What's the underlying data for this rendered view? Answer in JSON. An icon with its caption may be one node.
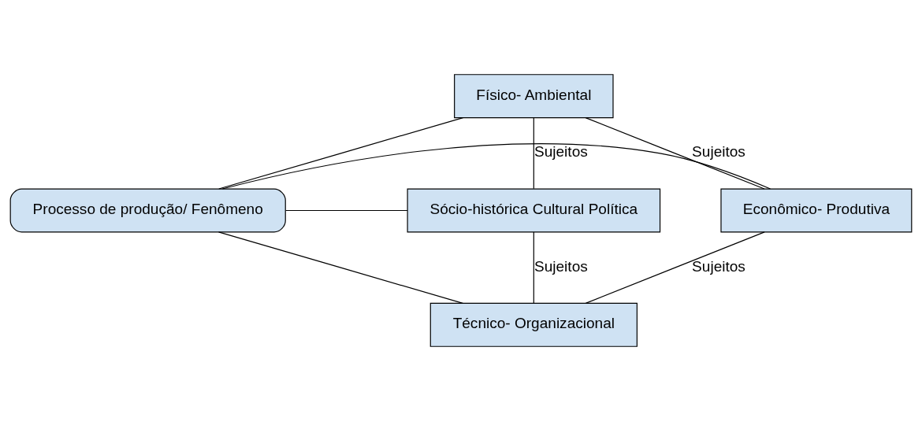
{
  "diagram": {
    "nodes": [
      {
        "text": [
          "Físico- Ambiental"
        ]
      },
      {
        "text": [
          "Sócio-histórica Cultural Política"
        ]
      },
      {
        "text": [
          "Processo de produção/ Fenômeno"
        ]
      },
      {
        "text": [
          "Econômico- Produtiva"
        ]
      },
      {
        "text": [
          "Técnico- Organizacional"
        ]
      }
    ],
    "edges": [
      {
        "from": 2,
        "to": 0,
        "arrow": "none"
      },
      {
        "from": 2,
        "to": 1,
        "arrow": "none"
      },
      {
        "from": 2,
        "to": 3,
        "arrow": "none"
      },
      {
        "from": 2,
        "to": 4,
        "arrow": "none"
      },
      {
        "from": 0,
        "to": 1,
        "arrow": "none",
        "label": "Sujeitos"
      },
      {
        "from": 0,
        "to": 3,
        "arrow": "none",
        "label": "Sujeitos"
      },
      {
        "from": 1,
        "to": 4,
        "arrow": "none",
        "label": "Sujeitos"
      },
      {
        "from": 3,
        "to": 4,
        "arrow": "none",
        "label": "Sujeitos"
      }
    ]
  }
}
